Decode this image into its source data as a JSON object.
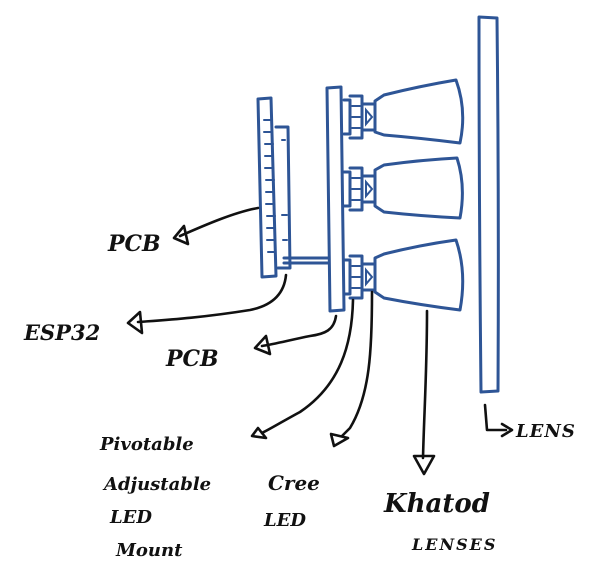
{
  "labels": {
    "pcb_1": "PCB",
    "esp32": "ESP32",
    "pcb_2": "PCB",
    "mount_line_1": "Pivotable",
    "mount_line_2": "Adjustable",
    "mount_line_3": "LED",
    "mount_line_4": "Mount",
    "cree_line_1": "Cree",
    "cree_line_2": "LED",
    "khatod_line_1": "Khatod",
    "khatod_line_2": "LENSES",
    "lens": "LENS"
  },
  "colors": {
    "diagram_blue": "#2e5596",
    "annotation_ink": "#111111"
  }
}
